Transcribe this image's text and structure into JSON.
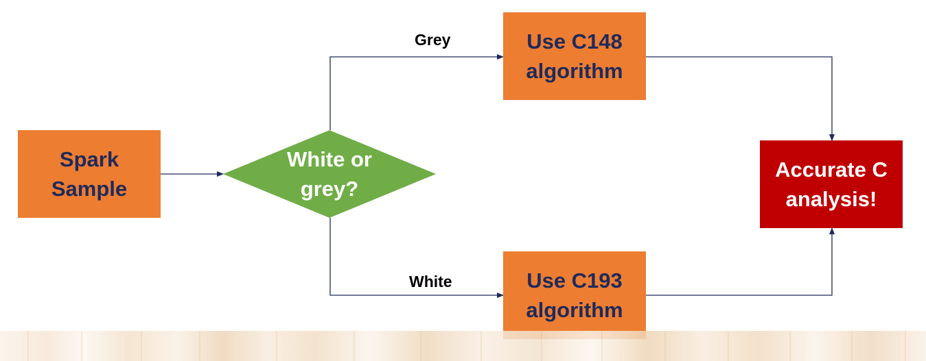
{
  "nodes": {
    "spark_sample": "Spark\nSample",
    "decision": "White or\ngrey?",
    "c148": "Use C148\nalgorithm",
    "c193": "Use C193\nalgorithm",
    "result": "Accurate C\nanalysis!"
  },
  "edges": {
    "grey_label": "Grey",
    "white_label": "White"
  },
  "colors": {
    "process_fill": "#ED7D31",
    "process_text": "#1F2A5C",
    "decision_fill": "#70AD47",
    "result_fill": "#C00000",
    "connector": "#1F2A5C"
  }
}
